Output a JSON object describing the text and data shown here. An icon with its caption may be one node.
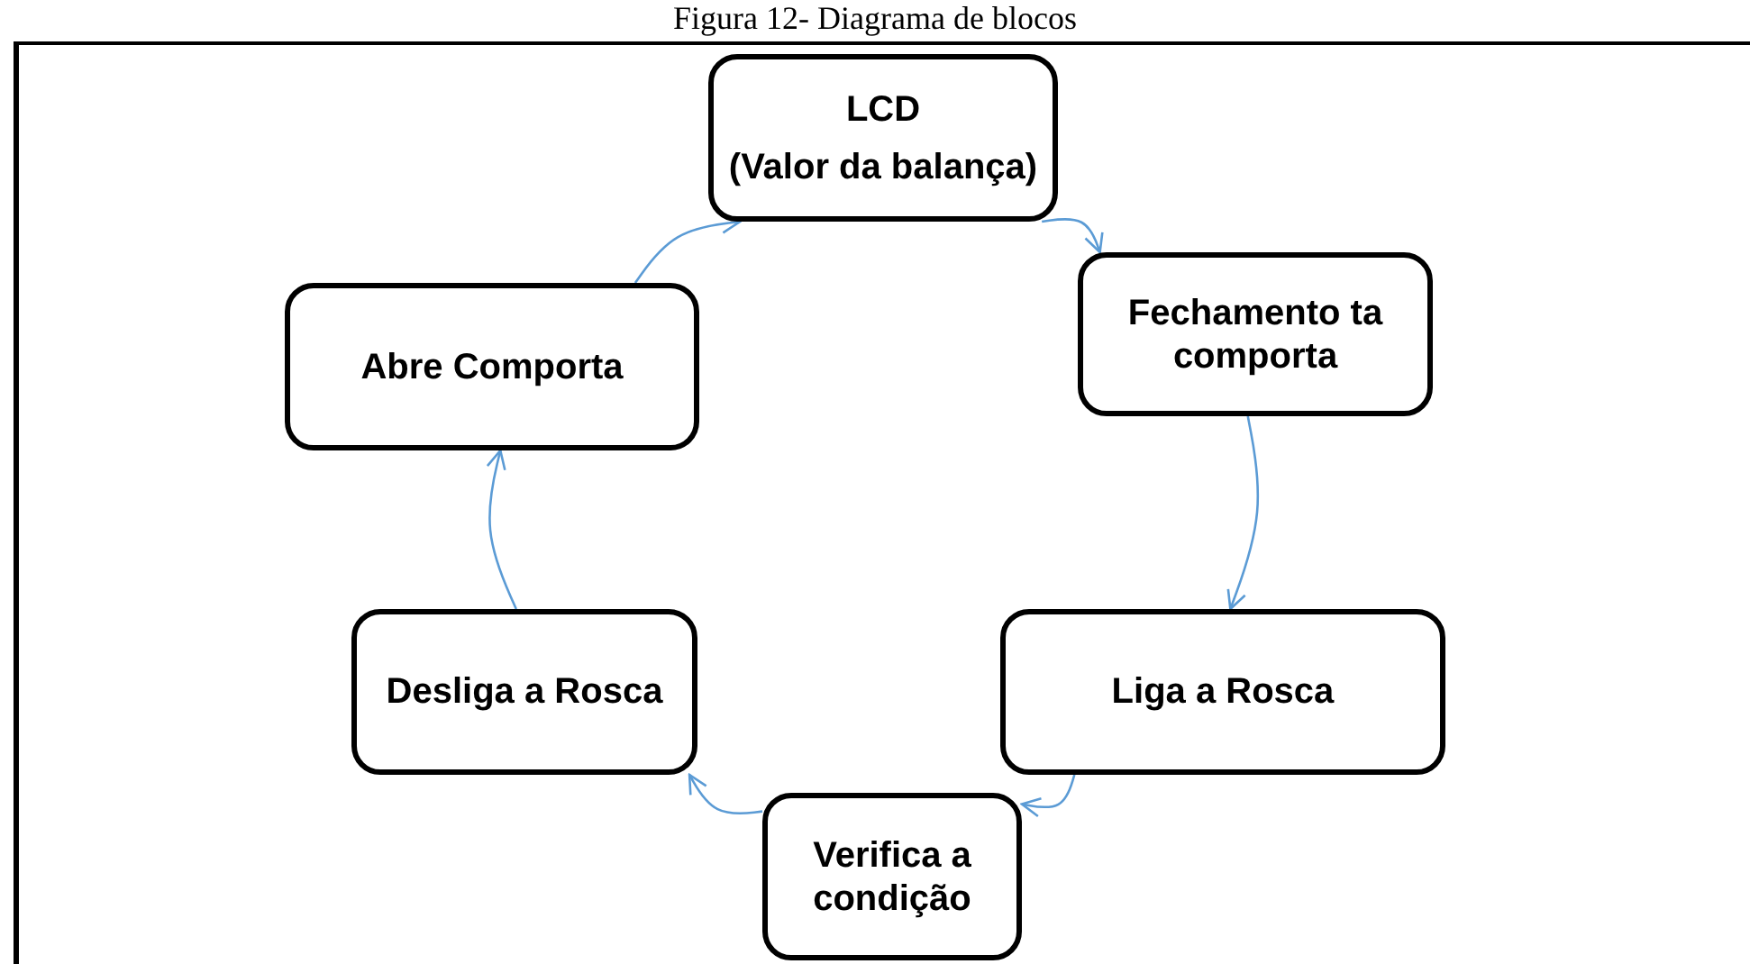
{
  "diagram": {
    "title": "Figura 12- Diagrama de blocos",
    "nodes": [
      {
        "text": [
          "LCD",
          "(Valor da balança)"
        ]
      },
      {
        "text": [
          "Fechamento ta comporta"
        ]
      },
      {
        "text": [
          "Liga a Rosca"
        ]
      },
      {
        "text": [
          "Verifica a condição"
        ]
      },
      {
        "text": [
          "Desliga a Rosca"
        ]
      },
      {
        "text": [
          "Abre Comporta"
        ]
      }
    ],
    "edges": [
      {
        "from": 0,
        "to": 1,
        "arrow": "to",
        "color": "#5b9bd5"
      },
      {
        "from": 1,
        "to": 2,
        "arrow": "to",
        "color": "#5b9bd5"
      },
      {
        "from": 2,
        "to": 3,
        "arrow": "to",
        "color": "#5b9bd5"
      },
      {
        "from": 3,
        "to": 4,
        "arrow": "to",
        "color": "#5b9bd5"
      },
      {
        "from": 4,
        "to": 5,
        "arrow": "to",
        "color": "#5b9bd5"
      },
      {
        "from": 5,
        "to": 0,
        "arrow": "to",
        "color": "#5b9bd5"
      }
    ]
  }
}
